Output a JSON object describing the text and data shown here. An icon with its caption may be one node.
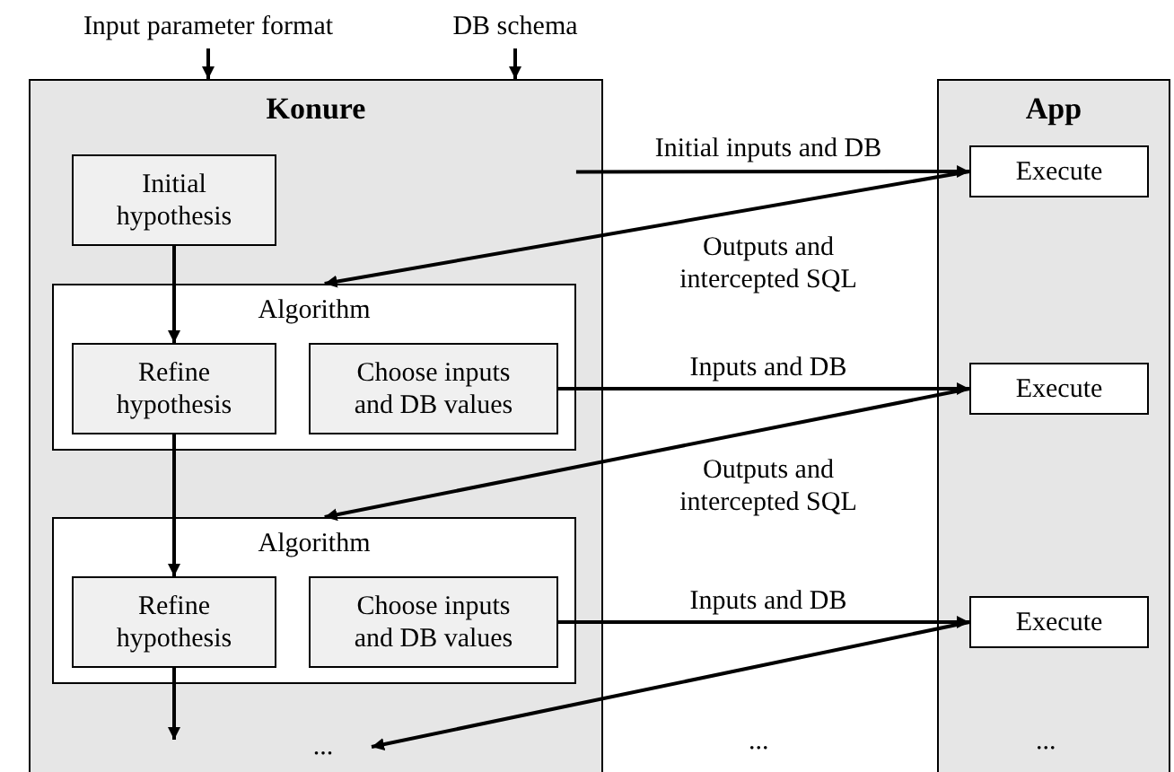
{
  "diagram": {
    "nodes": [
      {
        "text": [
          "Input parameter format"
        ]
      },
      {
        "text": [
          "DB schema"
        ]
      },
      {
        "text": [
          "Konure"
        ]
      },
      {
        "text": [
          "Initial hypothesis"
        ],
        "in": 2
      },
      {
        "text": [
          "Algorithm"
        ],
        "in": 2
      },
      {
        "text": [
          "Refine hypothesis"
        ],
        "in": 4
      },
      {
        "text": [
          "Choose inputs and DB values"
        ],
        "in": 4
      },
      {
        "text": [
          "Algorithm"
        ],
        "in": 2
      },
      {
        "text": [
          "Refine hypothesis"
        ],
        "in": 7
      },
      {
        "text": [
          "Choose inputs and DB values"
        ],
        "in": 7
      },
      {
        "text": [
          "..."
        ],
        "in": 2
      },
      {
        "text": [
          "App"
        ]
      },
      {
        "text": [
          "Execute"
        ],
        "in": 11
      },
      {
        "text": [
          "Execute"
        ],
        "in": 11
      },
      {
        "text": [
          "Execute"
        ],
        "in": 11
      }
    ],
    "edges": [
      {
        "from": 0,
        "to": 2,
        "arrow": "to"
      },
      {
        "from": 1,
        "to": 2,
        "arrow": "to"
      },
      {
        "from": 2,
        "to": 12,
        "arrow": "to",
        "label": "Initial inputs and DB"
      },
      {
        "from": 12,
        "to": 4,
        "arrow": "to",
        "label": "Outputs and intercepted SQL"
      },
      {
        "from": 3,
        "to": 5,
        "arrow": "to"
      },
      {
        "from": 6,
        "to": 13,
        "arrow": "to",
        "label": "Inputs and DB"
      },
      {
        "from": 13,
        "to": 7,
        "arrow": "to",
        "label": "Outputs and intercepted SQL"
      },
      {
        "from": 5,
        "to": 8,
        "arrow": "to"
      },
      {
        "from": 9,
        "to": 14,
        "arrow": "to",
        "label": "Inputs and DB"
      },
      {
        "from": 8,
        "to": null,
        "arrow": "to"
      },
      {
        "from": 14,
        "to": 10,
        "arrow": "to"
      }
    ],
    "labels": [
      "...",
      "..."
    ]
  }
}
